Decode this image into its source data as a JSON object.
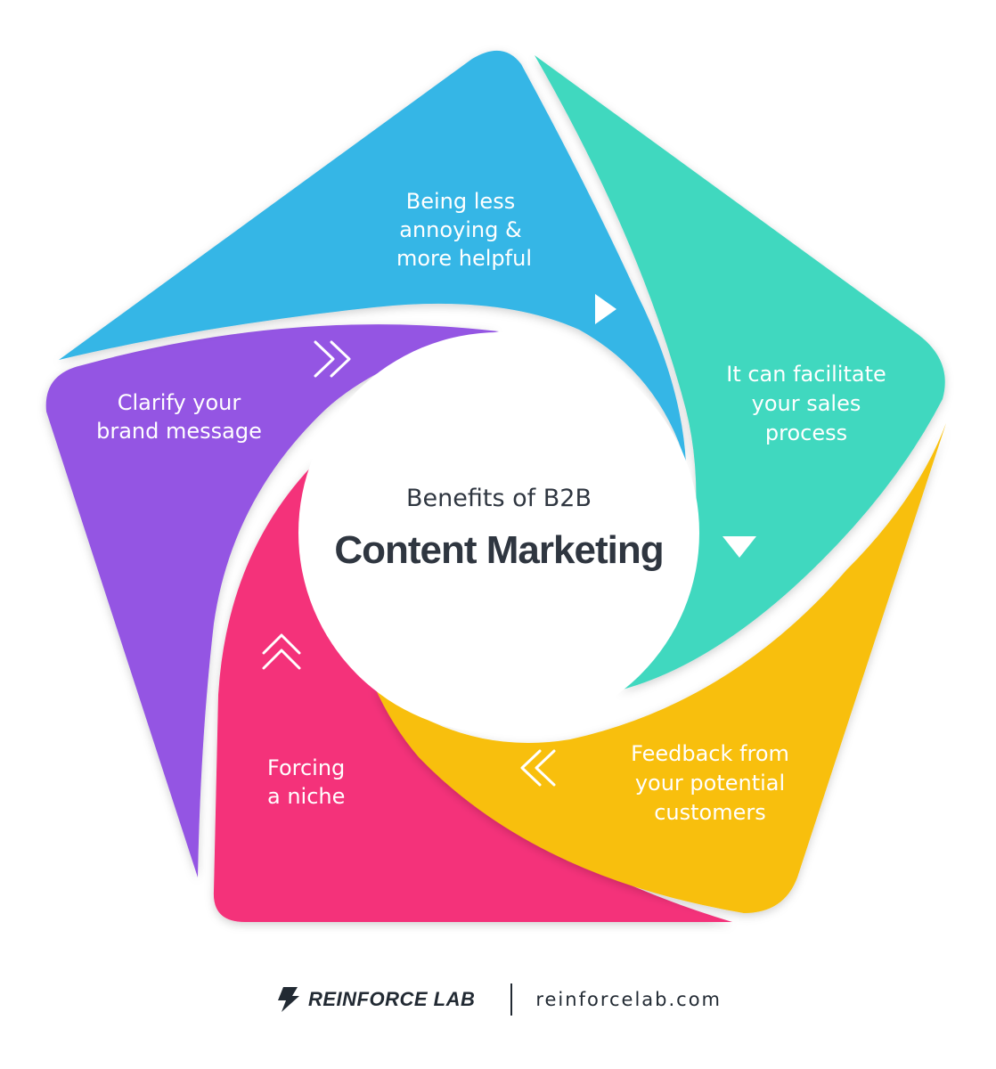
{
  "center": {
    "subtitle": "Benefits of B2B",
    "title": "Content Marketing"
  },
  "segments": [
    {
      "key": "blue",
      "color": "#36b6e6",
      "lines": [
        "Being less",
        "annoying &",
        "more helpful"
      ]
    },
    {
      "key": "teal",
      "color": "#40d8bf",
      "lines": [
        "It can facilitate",
        "your sales",
        "process"
      ]
    },
    {
      "key": "yellow",
      "color": "#f8bf08",
      "lines": [
        "Feedback from",
        "your potential",
        "customers"
      ]
    },
    {
      "key": "pink",
      "color": "#f4317a",
      "lines": [
        "Forcing",
        "a niche"
      ]
    },
    {
      "key": "purple",
      "color": "#9454e3",
      "lines": [
        "Clarify your",
        "brand message"
      ]
    }
  ],
  "arrows": {
    "blue": "play-triangle-right-icon",
    "teal": "play-triangle-down-icon",
    "yellow": "double-chevron-left-icon",
    "pink": "double-chevron-up-icon",
    "purple": "double-chevron-right-icon"
  },
  "footer": {
    "brand": "REINFORCE LAB",
    "website": "reinforcelab.com"
  }
}
